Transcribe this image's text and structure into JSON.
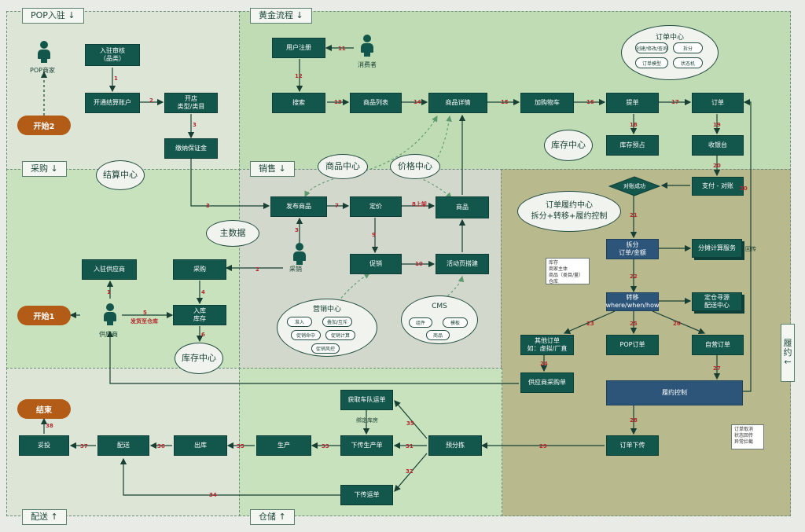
{
  "lanes": {
    "pop": "POP入驻 ↓",
    "golden": "黄金流程 ↓",
    "purchase": "采购 ↓",
    "sales": "销售 ↓",
    "delivery": "配送 ↑",
    "warehouse": "仓储 ↑",
    "fulfill": "履\n约\n←"
  },
  "starts": {
    "start2": "开始2",
    "start1": "开始1",
    "end": "结束"
  },
  "actors": {
    "pop_merchant": "POP商家",
    "consumer": "消费者",
    "buyer": "采销",
    "supplier": "供应商"
  },
  "boxes": {
    "register_review": "入驻审核\n（品类）",
    "open_settle": "开通结算账户",
    "open_shop": "开店\n类型/类目",
    "pay_deposit": "缴纳保证金",
    "user_register": "用户注册",
    "search": "搜索",
    "product_list": "商品列表",
    "product_detail": "商品详情",
    "add_cart": "加购物车",
    "checkout": "提单",
    "order": "订单",
    "stock_reserve": "库存预占",
    "cashier": "收银台",
    "pay_reconcile": "支付 - 对账",
    "publish": "发布商品",
    "pricing": "定价",
    "goods": "商品",
    "promotion": "促销",
    "promo_page": "活动页搭建",
    "supplier_in": "入驻供应商",
    "purchase": "采购",
    "inbound": "入库\n库存",
    "split": "拆分\n订单/金额",
    "split_calc": "分摊计算服务",
    "route": "转移\nwhere/when/how",
    "route_wh": "定仓寻源\n配送中心",
    "other_order": "其他订单\n如：虚拟/厂直",
    "pop_order": "POP订单",
    "self_order": "自营订单",
    "supplier_po": "供应商采购单",
    "fulfill_ctrl": "履约控制",
    "order_dispatch": "订单下传",
    "pre_sort": "预分拣",
    "dispatch_prod": "下传生产单",
    "fetch_fleet": "获取车队运单",
    "dispatch_waybill": "下传运单",
    "produce": "生产",
    "outbound": "出库",
    "deliver": "配送",
    "sign": "妥投"
  },
  "decision": "对账成功",
  "ellipses": {
    "settle_center": "结算中心",
    "master_data": "主数据",
    "product_center": "商品中心",
    "price_center": "价格中心",
    "inv_center_top": "库存中心",
    "inv_center_bottom": "库存中心",
    "order_center": "订单中心",
    "fulfill_center": "订单履约中心\n拆分+转移+履约控制",
    "marketing_center": "营销中心",
    "cms": "CMS"
  },
  "order_chips": [
    "创建/修改/查询",
    "拆分",
    "订单模型",
    "状态机"
  ],
  "marketing_chips": [
    "准入",
    "叠加/互斥",
    "促销命中",
    "促销计算",
    "促销风控"
  ],
  "cms_chips": [
    "组件",
    "模板",
    "商品"
  ],
  "notes": {
    "split_note": "库存\n商家主体\n商品（类目/量）\n仓库",
    "fulfill_note": "订单取消\n状态回传\n异常拦截"
  },
  "labels": {
    "listing": "8上架",
    "binding": "绑定库房",
    "supplier_send": "发货至仓库",
    "callback": "回传"
  },
  "steps": [
    "1",
    "2",
    "3",
    "4",
    "5",
    "6",
    "7",
    "9",
    "10",
    "11",
    "12",
    "13",
    "14",
    "15",
    "16",
    "17",
    "18",
    "19",
    "20",
    "21",
    "22",
    "23",
    "24",
    "25",
    "26",
    "27",
    "28",
    "29",
    "30",
    "31",
    "32",
    "33",
    "34",
    "35",
    "36",
    "37",
    "38"
  ]
}
